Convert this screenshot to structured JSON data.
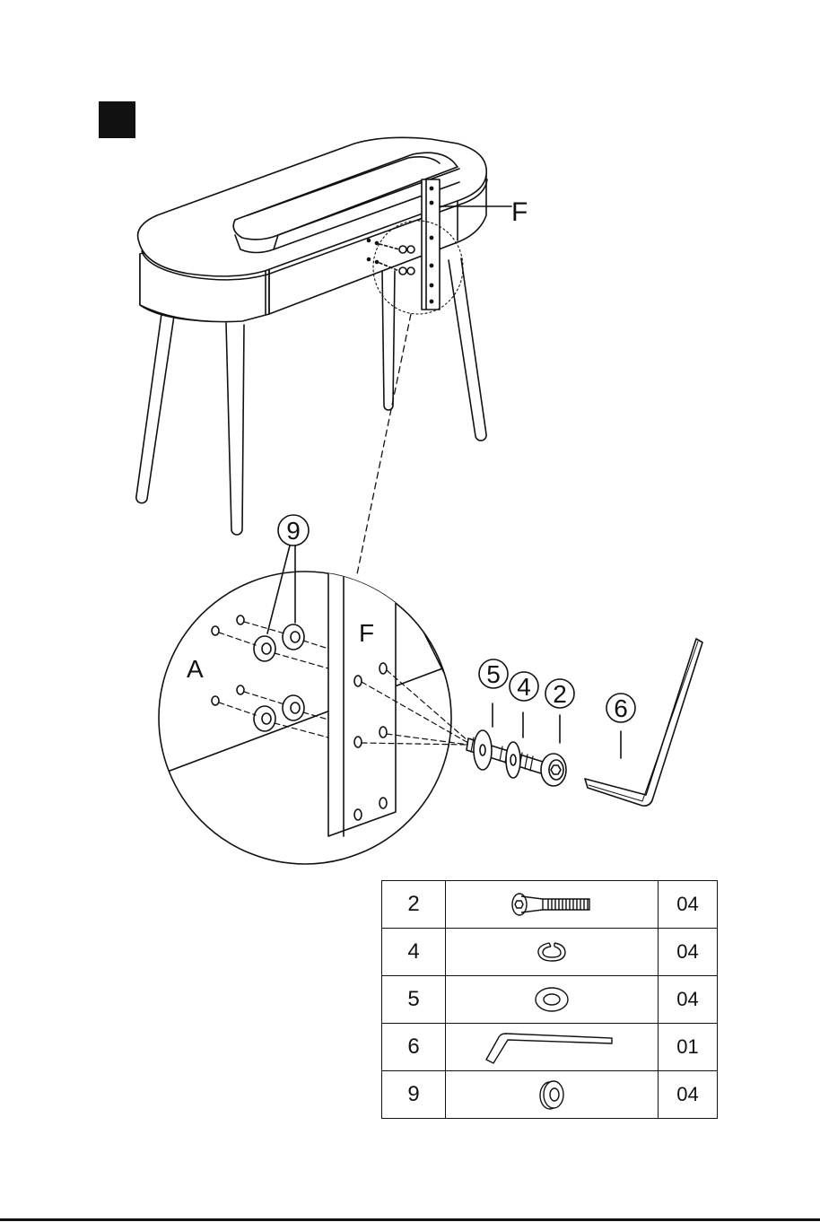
{
  "step_marker": "",
  "labels": {
    "panel_f": "F",
    "panel_a": "A",
    "callout_9": "9",
    "callout_5": "5",
    "callout_4": "4",
    "callout_2": "2",
    "callout_6": "6"
  },
  "parts": [
    {
      "number": "2",
      "part": "bolt",
      "quantity": "04"
    },
    {
      "number": "4",
      "part": "spring-washer",
      "quantity": "04"
    },
    {
      "number": "5",
      "part": "flat-washer",
      "quantity": "04"
    },
    {
      "number": "6",
      "part": "allen-key",
      "quantity": "01"
    },
    {
      "number": "9",
      "part": "spacer",
      "quantity": "04"
    }
  ]
}
